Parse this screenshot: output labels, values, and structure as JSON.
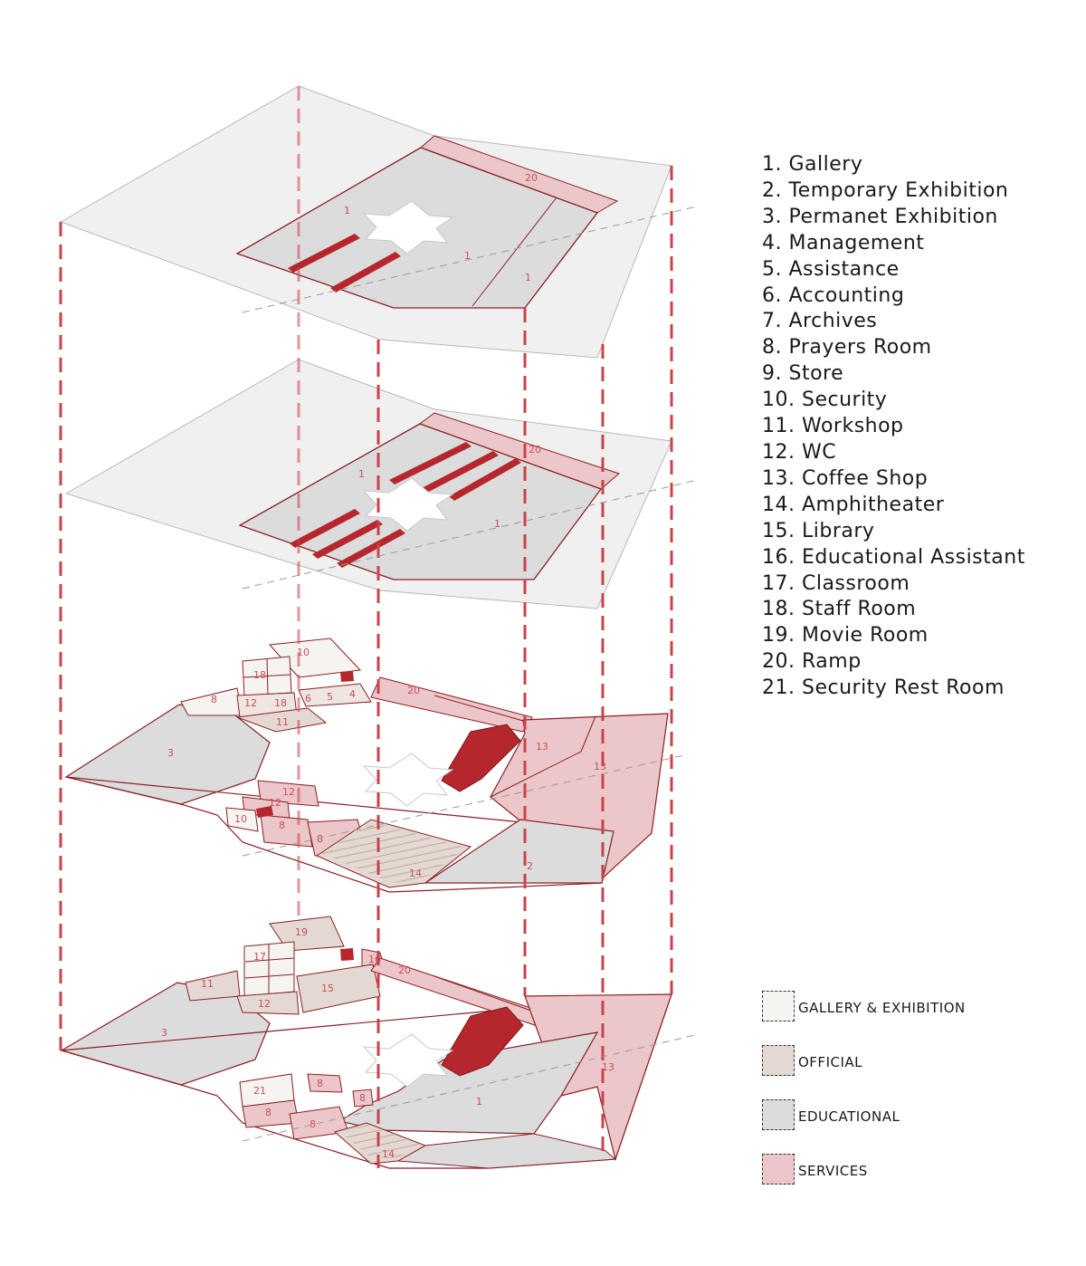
{
  "legend": {
    "items": [
      "1. Gallery",
      "2. Temporary Exhibition",
      "3. Permanet Exhibition",
      "4. Management",
      "5. Assistance",
      "6. Accounting",
      "7. Archives",
      "8. Prayers Room",
      "9. Store",
      "10. Security",
      "11. Workshop",
      "12. WC",
      "13. Coffee Shop",
      "14. Amphitheater",
      "15. Library",
      "16. Educational Assistant",
      "17. Classroom",
      "18. Staff Room",
      "19. Movie Room",
      "20. Ramp",
      "21. Security Rest Room"
    ]
  },
  "categories": [
    {
      "label": "GALLERY & EXHIBITION",
      "color": "#f6f4f1"
    },
    {
      "label": "OFFICIAL",
      "color": "#e3d9d2"
    },
    {
      "label": "EDUCATIONAL",
      "color": "#dcdcdc"
    },
    {
      "label": "SERVICES",
      "color": "#ecc7ca"
    }
  ],
  "colors": {
    "outline": "#8a1f24",
    "dash": "#c9434a",
    "stair": "#b5262d",
    "room_number": "#c9505a"
  },
  "floor_labels": {
    "floor3": {
      "room_1a": "1",
      "room_1b": "1",
      "room_1c": "1",
      "ramp": "20"
    },
    "floor2": {
      "room_1a": "1",
      "room_1b": "1",
      "ramp": "20"
    },
    "floor1": {
      "r10": "10",
      "r18a": "18",
      "r18b": "18",
      "r8a": "8",
      "r12a": "12",
      "r6": "6",
      "r5": "5",
      "r4": "4",
      "r11": "11",
      "r20": "20",
      "r3": "3",
      "r13a": "13",
      "r13b": "13",
      "r12b": "12",
      "r12c": "12",
      "r10b": "10",
      "r8b": "8",
      "r8c": "8",
      "r14": "14",
      "r2": "2"
    },
    "ground": {
      "r19": "19",
      "r17": "17",
      "r16": "16",
      "r20": "20",
      "r11": "11",
      "r12": "12",
      "r15": "15",
      "r3": "3",
      "r13": "13",
      "r21": "21",
      "r8a": "8",
      "r8b": "8",
      "r8c": "8",
      "r8d": "8",
      "r1": "1",
      "r14": "14"
    }
  }
}
